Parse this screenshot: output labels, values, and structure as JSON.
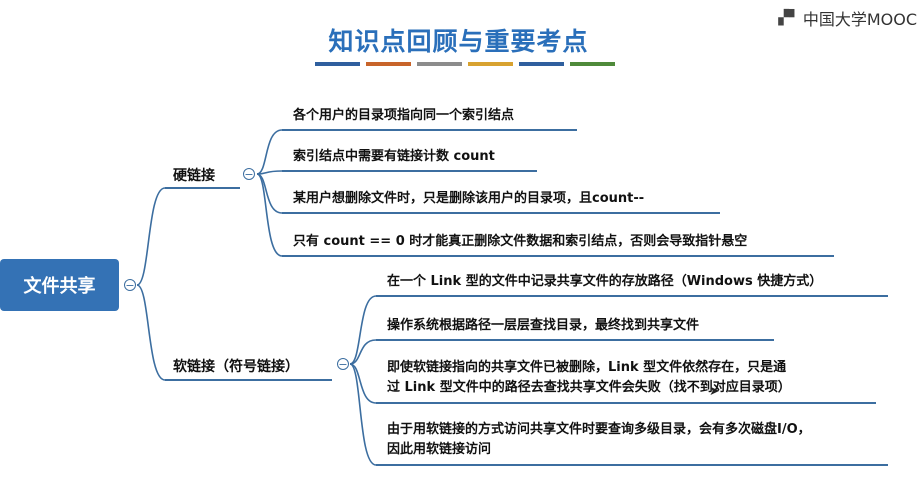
{
  "title": "知识点回顾与重要考点",
  "title_bar_colors": [
    "#2f5f9e",
    "#c8642a",
    "#8c8c8c",
    "#d8a230",
    "#2f5f9e",
    "#4f8a3a"
  ],
  "logo": {
    "text": "中国大学MOOC",
    "icon": "mooc-logo-icon"
  },
  "root": {
    "label": "文件共享",
    "color": "#3472b5"
  },
  "branches": {
    "hard": {
      "label": "硬链接",
      "items": [
        "各个用户的目录项指向同一个索引结点",
        "索引结点中需要有链接计数 count",
        "某用户想删除文件时，只是删除该用户的目录项，且count--",
        "只有 count == 0 时才能真正删除文件数据和索引结点，否则会导致指针悬空"
      ]
    },
    "soft": {
      "label": "软链接（符号链接）",
      "items": [
        [
          "在一个 Link 型的文件中记录共享文件的存放路径（Windows 快捷方式）"
        ],
        [
          "操作系统根据路径一层层查找目录，最终找到共享文件"
        ],
        [
          "即使软链接指向的共享文件已被删除，Link 型文件依然存在，只是通",
          "过 Link 型文件中的路径去查找共享文件会失败（找不到对应目录项）"
        ],
        [
          "由于用软链接的方式访问共享文件时要查询多级目录，会有多次磁盘I/O，",
          "因此用软链接访问"
        ]
      ]
    }
  }
}
